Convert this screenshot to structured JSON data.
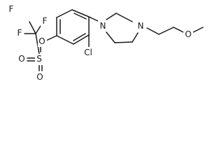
{
  "atoms": {
    "f1": "F",
    "f2": "F",
    "f3": "F",
    "s": "S",
    "o_s1": "O",
    "o_s2": "O",
    "o_ester": "O",
    "cl": "Cl",
    "n1": "N",
    "n2": "N",
    "o_ether": "O"
  },
  "colors": {
    "bond": "#1a1a1a",
    "text": "#1a1a1a",
    "background": "#ffffff"
  }
}
